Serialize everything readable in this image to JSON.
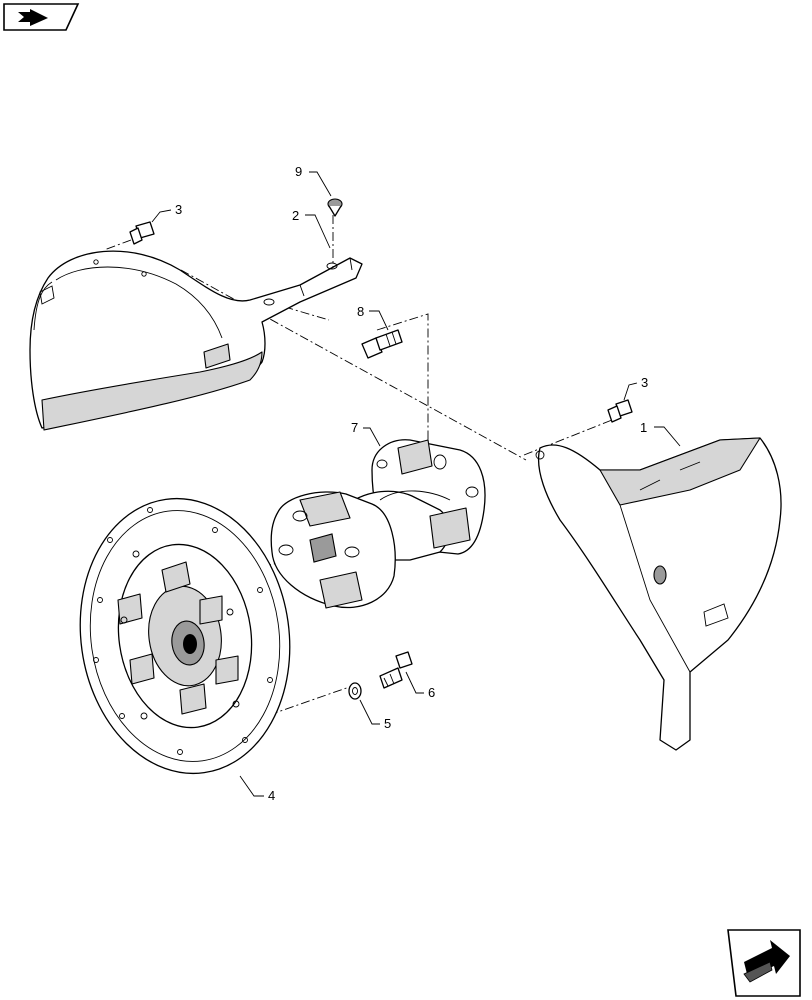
{
  "callouts": [
    {
      "id": "c1",
      "label": "1"
    },
    {
      "id": "c2",
      "label": "2"
    },
    {
      "id": "c3a",
      "label": "3"
    },
    {
      "id": "c3b",
      "label": "3"
    },
    {
      "id": "c4",
      "label": "4"
    },
    {
      "id": "c5",
      "label": "5"
    },
    {
      "id": "c6",
      "label": "6"
    },
    {
      "id": "c7",
      "label": "7"
    },
    {
      "id": "c8",
      "label": "8"
    },
    {
      "id": "c9",
      "label": "9"
    }
  ],
  "icons": {
    "top_left": "book-reference-icon",
    "bottom_right": "next-page-arrow-icon"
  }
}
